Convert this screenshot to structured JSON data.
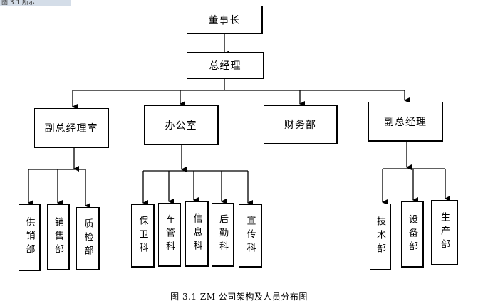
{
  "header_tag": "图 3.1 所示:",
  "caption": "图 3.1    ZM 公司架构及人员分布图",
  "nodes": {
    "chairman": "董事长",
    "general_manager": "总经理",
    "deputy_gm_office": "副总经理室",
    "office": "办公室",
    "finance": "财务部",
    "deputy_gm": "副总经理",
    "supply_sales": "供销部",
    "sales": "销售部",
    "quality": "质检部",
    "security": "保卫科",
    "vehicle": "车管科",
    "information": "信息科",
    "logistics": "后勤科",
    "publicity": "宣传科",
    "technology": "技术部",
    "equipment": "设备部",
    "production": "生产部"
  }
}
